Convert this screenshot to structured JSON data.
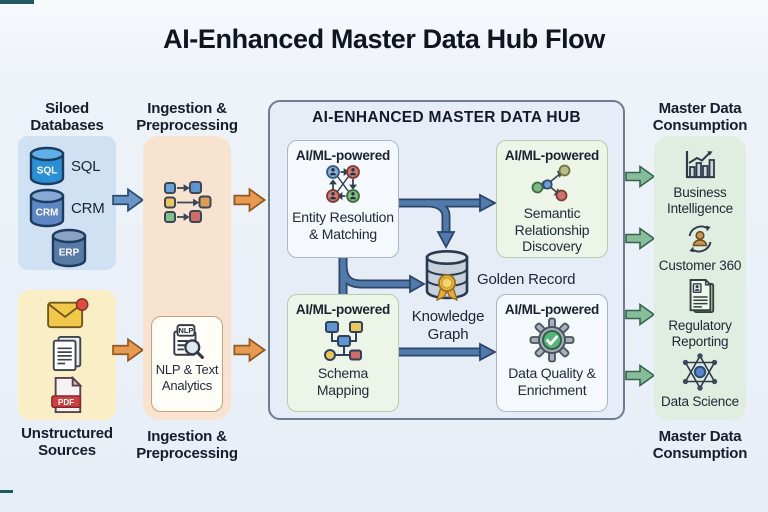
{
  "page": {
    "title": "AI-Enhanced Master Data Hub Flow"
  },
  "left_column": {
    "siloed": {
      "header": "Siloed\nDatabases",
      "cylinders": [
        {
          "label": "SQL",
          "caption": "SQL",
          "color": "#2a8fd4"
        },
        {
          "label": "CRM",
          "caption": "CRM",
          "color": "#5c87c2"
        },
        {
          "label": "ERP",
          "caption": "",
          "color": "#5a7aa6"
        }
      ]
    },
    "unstructured": {
      "footer": "Unstructured\nSources",
      "pdf_badge": "PDF",
      "icons": [
        "email-icon",
        "document-icon",
        "pdf-file-icon"
      ]
    }
  },
  "ingestion": {
    "header": "Ingestion &\nPreprocessing",
    "footer": "Ingestion &\nPreprocessing",
    "nlp": {
      "tab": "NLP",
      "label": "NLP & Text\nAnalytics"
    }
  },
  "hub": {
    "title": "AI-ENHANCED MASTER DATA HUB",
    "modules": {
      "entity": {
        "tag": "AI/ML-powered",
        "name": "Entity Resolution\n& Matching",
        "icon": "entity-resolution-network-icon"
      },
      "semantic": {
        "tag": "AI/ML-powered",
        "name": "Semantic\nRelationship\nDiscovery",
        "icon": "semantic-graph-icon"
      },
      "schema": {
        "tag": "AI/ML-powered",
        "name": "Schema\nMapping",
        "icon": "schema-flowchart-icon"
      },
      "quality": {
        "tag": "AI/ML-powered",
        "name": "Data Quality &\nEnrichment",
        "icon": "gear-check-icon"
      }
    },
    "center": {
      "golden_record": "Golden Record",
      "knowledge_graph": "Knowledge\nGraph"
    }
  },
  "consumption": {
    "header": "Master Data\nConsumption",
    "footer": "Master Data\nConsumption",
    "items": [
      {
        "label": "Business\nIntelligence",
        "icon": "bar-chart-icon"
      },
      {
        "label": "Customer 360",
        "icon": "customer-360-icon"
      },
      {
        "label": "Regulatory\nReporting",
        "icon": "regulatory-report-icon"
      },
      {
        "label": "Data Science",
        "icon": "data-science-network-icon"
      }
    ]
  },
  "colors": {
    "background": "#e8eef6",
    "arrow_blue": "#6b94c7",
    "arrow_orange": "#e89a52",
    "arrow_green": "#87bd9a",
    "connector_blue": "#5179ab",
    "hub_background": "#e7edf6",
    "panel_siloed": "#cfe1f3",
    "panel_unstructured": "#faeec7",
    "panel_ingestion": "#f8e3d0",
    "panel_consumption": "#dfeee0",
    "module_light": "#f5f8fc",
    "module_green": "#ecf5e7",
    "golden_medal": "#f3c64f",
    "corner_mark": "#1f5b60"
  }
}
